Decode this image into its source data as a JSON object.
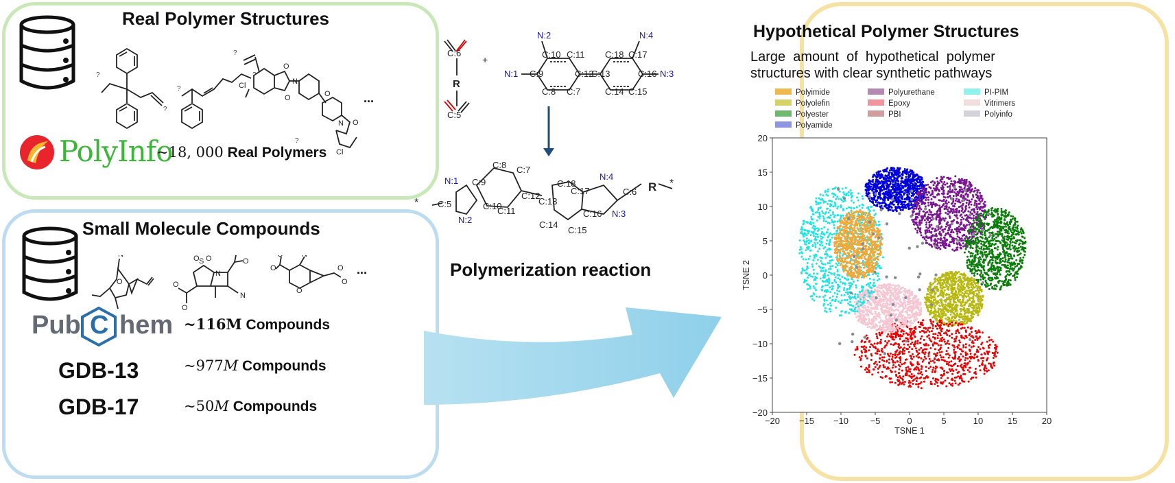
{
  "real": {
    "title": "Real Polymer Structures",
    "logo_text": "PolyInfo",
    "count": "~18, 000",
    "count_suffix": "Real Polymers"
  },
  "small": {
    "title": "Small Molecule Compounds",
    "pubchem_a": "Pub",
    "pubchem_b": "C",
    "pubchem_c": "hem",
    "pubchem_count": "~116M",
    "gdb13": "GDB-13",
    "gdb13_count": "~977",
    "gdb13_unit": "M",
    "gdb17": "GDB-17",
    "gdb17_count": "~50",
    "gdb17_unit": "M",
    "compounds": "Compounds"
  },
  "middle": {
    "reaction": "Polymerization reaction",
    "atoms_top": [
      "C:6",
      "C:5",
      "R",
      "N:2",
      "N:1",
      "N:4",
      "N:3",
      "C:10",
      "C:11",
      "C:9",
      "C:12",
      "C:13",
      "C:8",
      "C:7",
      "C:18",
      "C:17",
      "C:16",
      "C:14",
      "C:15"
    ],
    "atoms_bottom": [
      "C:8",
      "C:7",
      "N:1",
      "C:9",
      "C:18",
      "N:4",
      "C:6",
      "R",
      "C:5",
      "C:10",
      "C:12",
      "C:13",
      "C:17",
      "N:2",
      "C:11",
      "C:16",
      "N:3",
      "C:14",
      "C:15"
    ],
    "plus": "+",
    "ellipsis": "..."
  },
  "hypo": {
    "title": "Hypothetical Polymer Structures",
    "desc_line1": "Large  amount  of  hypothetical  polymer",
    "desc_line2": "structures with clear synthetic pathways"
  },
  "chart_data": {
    "type": "scatter",
    "xlabel": "TSNE 1",
    "ylabel": "TSNE 2",
    "xlim": [
      -20,
      20
    ],
    "ylim": [
      -20,
      20
    ],
    "xticks": [
      -20,
      -15,
      -10,
      -5,
      0,
      5,
      10,
      15,
      20
    ],
    "yticks": [
      -20,
      -15,
      -10,
      -5,
      0,
      5,
      10,
      15,
      20
    ],
    "legend": [
      {
        "name": "Polyimide",
        "color": "#f0b94f"
      },
      {
        "name": "Polyolefin",
        "color": "#d6d26a"
      },
      {
        "name": "Polyester",
        "color": "#6fb86f"
      },
      {
        "name": "Polyamide",
        "color": "#8f96e0"
      },
      {
        "name": "Polyurethane",
        "color": "#b689b5"
      },
      {
        "name": "Epoxy",
        "color": "#f2949d"
      },
      {
        "name": "PBI",
        "color": "#cf9f9f"
      },
      {
        "name": "PI-PIM",
        "color": "#8ef3ee"
      },
      {
        "name": "Vitrimers",
        "color": "#f2dede"
      },
      {
        "name": "Polyinfo",
        "color": "#d4d3dc"
      }
    ],
    "clusters": [
      {
        "name": "Polyamide",
        "color": "#0000dd",
        "cx": -2.0,
        "cy": 12.5,
        "rx": 4.5,
        "ry": 3.2
      },
      {
        "name": "Polyurethane",
        "color": "#7a1590",
        "cx": 5.8,
        "cy": 9.0,
        "rx": 5.5,
        "ry": 5.5
      },
      {
        "name": "Polyester",
        "color": "#0b7d0b",
        "cx": 12.5,
        "cy": 3.8,
        "rx": 4.5,
        "ry": 6.0
      },
      {
        "name": "Polyolefin",
        "color": "#b8b812",
        "cx": 6.5,
        "cy": -3.5,
        "rx": 4.3,
        "ry": 4.0
      },
      {
        "name": "Epoxy",
        "color": "#ee0000",
        "cx": 2.5,
        "cy": -11.5,
        "rx": 10.5,
        "ry": 5.0
      },
      {
        "name": "Vitrimers",
        "color": "#f6c6d4",
        "cx": -3.2,
        "cy": -4.8,
        "rx": 5.0,
        "ry": 3.5
      },
      {
        "name": "PI-PIM",
        "color": "#1de5e5",
        "cx": -10.0,
        "cy": 3.5,
        "rx": 6.2,
        "ry": 9.5
      },
      {
        "name": "Polyimide",
        "color": "#f0a83a",
        "cx": -7.5,
        "cy": 4.5,
        "rx": 3.5,
        "ry": 5.0
      }
    ]
  }
}
